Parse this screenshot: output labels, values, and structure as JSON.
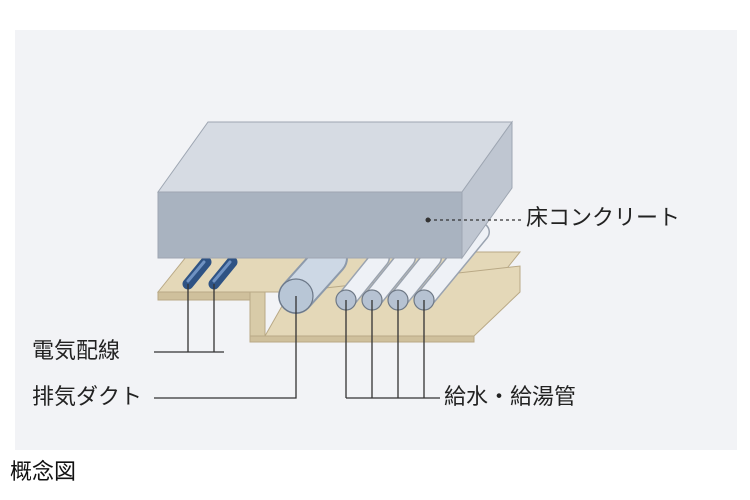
{
  "labels": {
    "concrete": "床コンクリート",
    "wiring": "電気配線",
    "duct": "排気ダクト",
    "pipes": "給水・給湯管"
  },
  "caption": "概念図",
  "colors": {
    "panel": "#f2f3f6",
    "slab_front": "#a9b3c0",
    "slab_top": "#d6dbe3",
    "slab_side": "#c0c7d2",
    "board": "#e4d8b8",
    "board_edge": "#cfc09c",
    "wire": "#3b5f8f",
    "duct": "#b5c3d3",
    "pipe": "#e4e9f1",
    "line": "#333333"
  },
  "icons": [
    "wire-cable-icon",
    "duct-pipe-icon",
    "water-pipe-icon"
  ]
}
